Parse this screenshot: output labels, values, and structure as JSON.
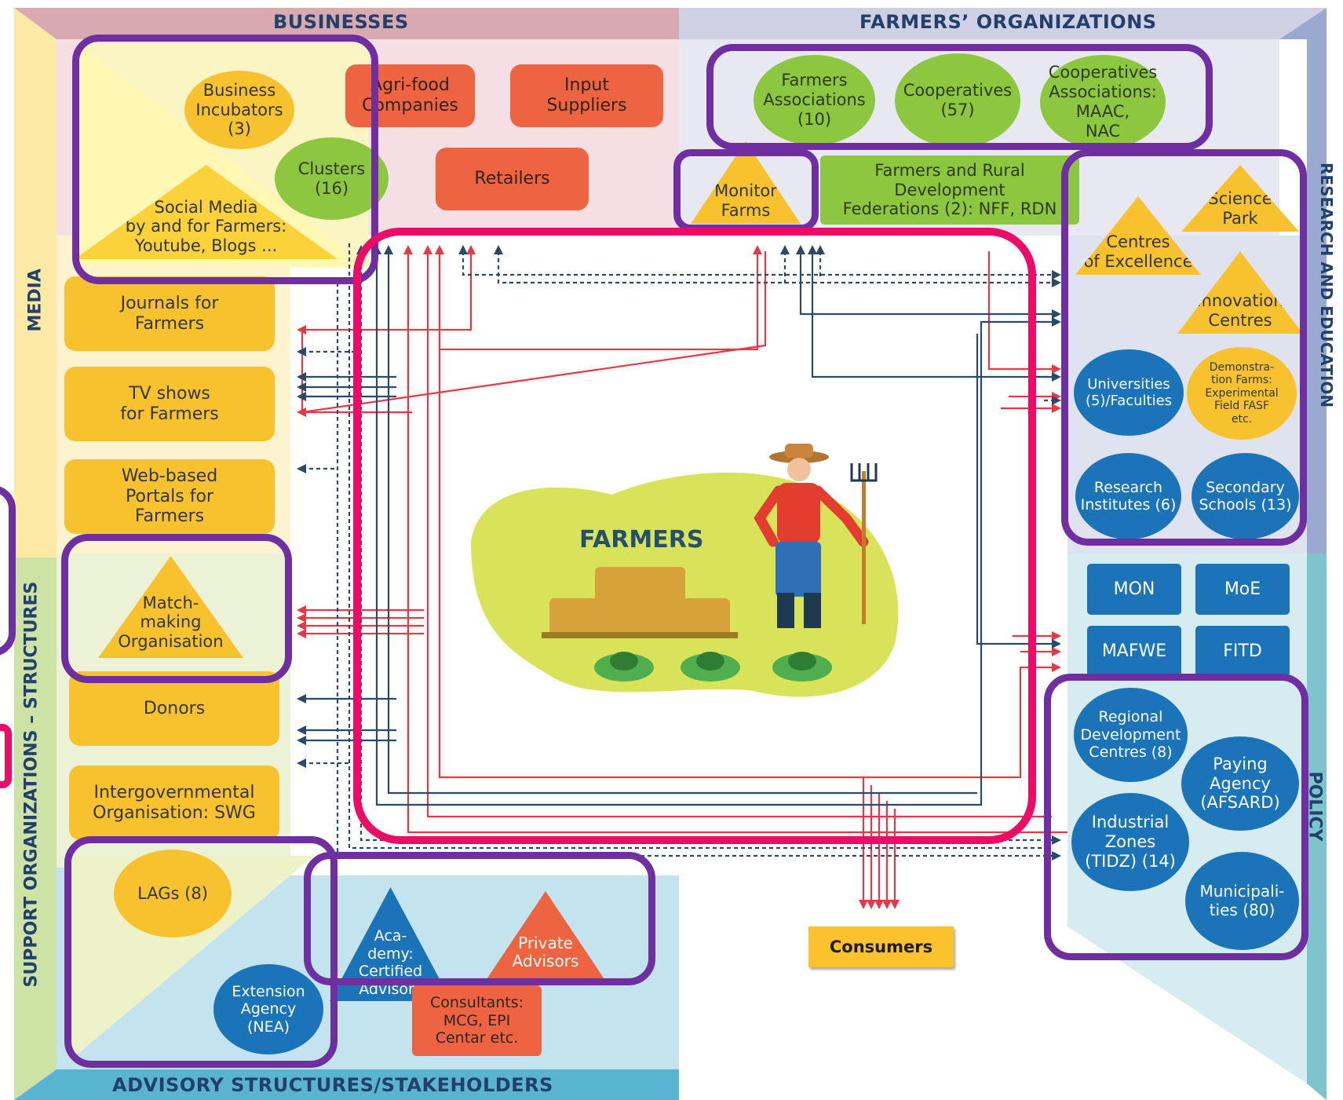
{
  "headers": {
    "businesses": "BUSINESSES",
    "farmers_orgs": "FARMERS’ ORGANIZATIONS",
    "media": "MEDIA",
    "research": "RESEARCH AND EDUCATION",
    "support": "SUPPORT ORGANIZATIONS – STRUCTURES",
    "policy": "POLICY",
    "advisory": "ADVISORY STRUCTURES/STAKEHOLDERS"
  },
  "center": {
    "title": "FARMERS"
  },
  "consumers": "Consumers",
  "businesses": {
    "business_incubators": "Business\nIncubators\n(3)",
    "clusters": "Clusters\n(16)",
    "social_media": "Social Media\nby and for Farmers:\nYoutube, Blogs ...",
    "agri_food": "Agri-food\nCompanies",
    "input_suppliers": "Input\nSuppliers",
    "retailers": "Retailers"
  },
  "farmers_organizations": {
    "farmers_associations": "Farmers\nAssociations\n(10)",
    "cooperatives": "Cooperatives\n(57)",
    "coop_associations": "Cooperatives\nAssociations:\nMAAC,\nNAC",
    "monitor_farms": "Monitor\nFarms",
    "federations": "Farmers and  Rural\nDevelopment\nFederations (2): NFF, RDN"
  },
  "research": {
    "science_park": "Science\nPark",
    "centres_excellence": "Centres\nof Excellence",
    "innovation_centres": "Innovation\nCentres",
    "universities": "Universities\n(5)/Faculties",
    "demo_farms": "Demonstra-\ntion Farms:\nExperimental\nField FASF\netc.",
    "research_institutes": "Research\nInstitutes (6)",
    "secondary_schools": "Secondary\nSchools (13)"
  },
  "media": {
    "journals": "Journals for\nFarmers",
    "tv_shows": "TV shows\nfor Farmers",
    "web_portals": "Web-based\nPortals for\nFarmers"
  },
  "support": {
    "matchmaking": "Match-\nmaking\nOrganisation",
    "donors": "Donors",
    "intergov": "Intergovernmental\nOrganisation: SWG",
    "lags": "LAGs (8)"
  },
  "advisory": {
    "extension": "Extension\nAgency\n(NEA)",
    "academy": "Aca-\ndemy:\nCertified\nAdvisors",
    "private_advisors": "Private\nAdvisors",
    "consultants": "Consultants:\nMCG, EPI\nCentar etc."
  },
  "policy": {
    "mon": "MON",
    "moe": "MoE",
    "mafwe": "MAFWE",
    "fitd": "FITD",
    "regional_centres": "Regional\nDevelopment\nCentres (8)",
    "paying_agency": "Paying\nAgency\n(AFSARD)",
    "industrial_zones": "Industrial\nZones\n(TIDZ) (14)",
    "municipalities": "Municipali-\nties (80)"
  },
  "colors": {
    "yellow": "#f7c22e",
    "orange": "#ee6440",
    "green": "#8dc63f",
    "blue": "#1b74b8",
    "highlight_purple": "#6f2fa0",
    "highlight_pink": "#ec0b67",
    "link_red": "#e63946",
    "link_navy": "#2a4a66"
  }
}
